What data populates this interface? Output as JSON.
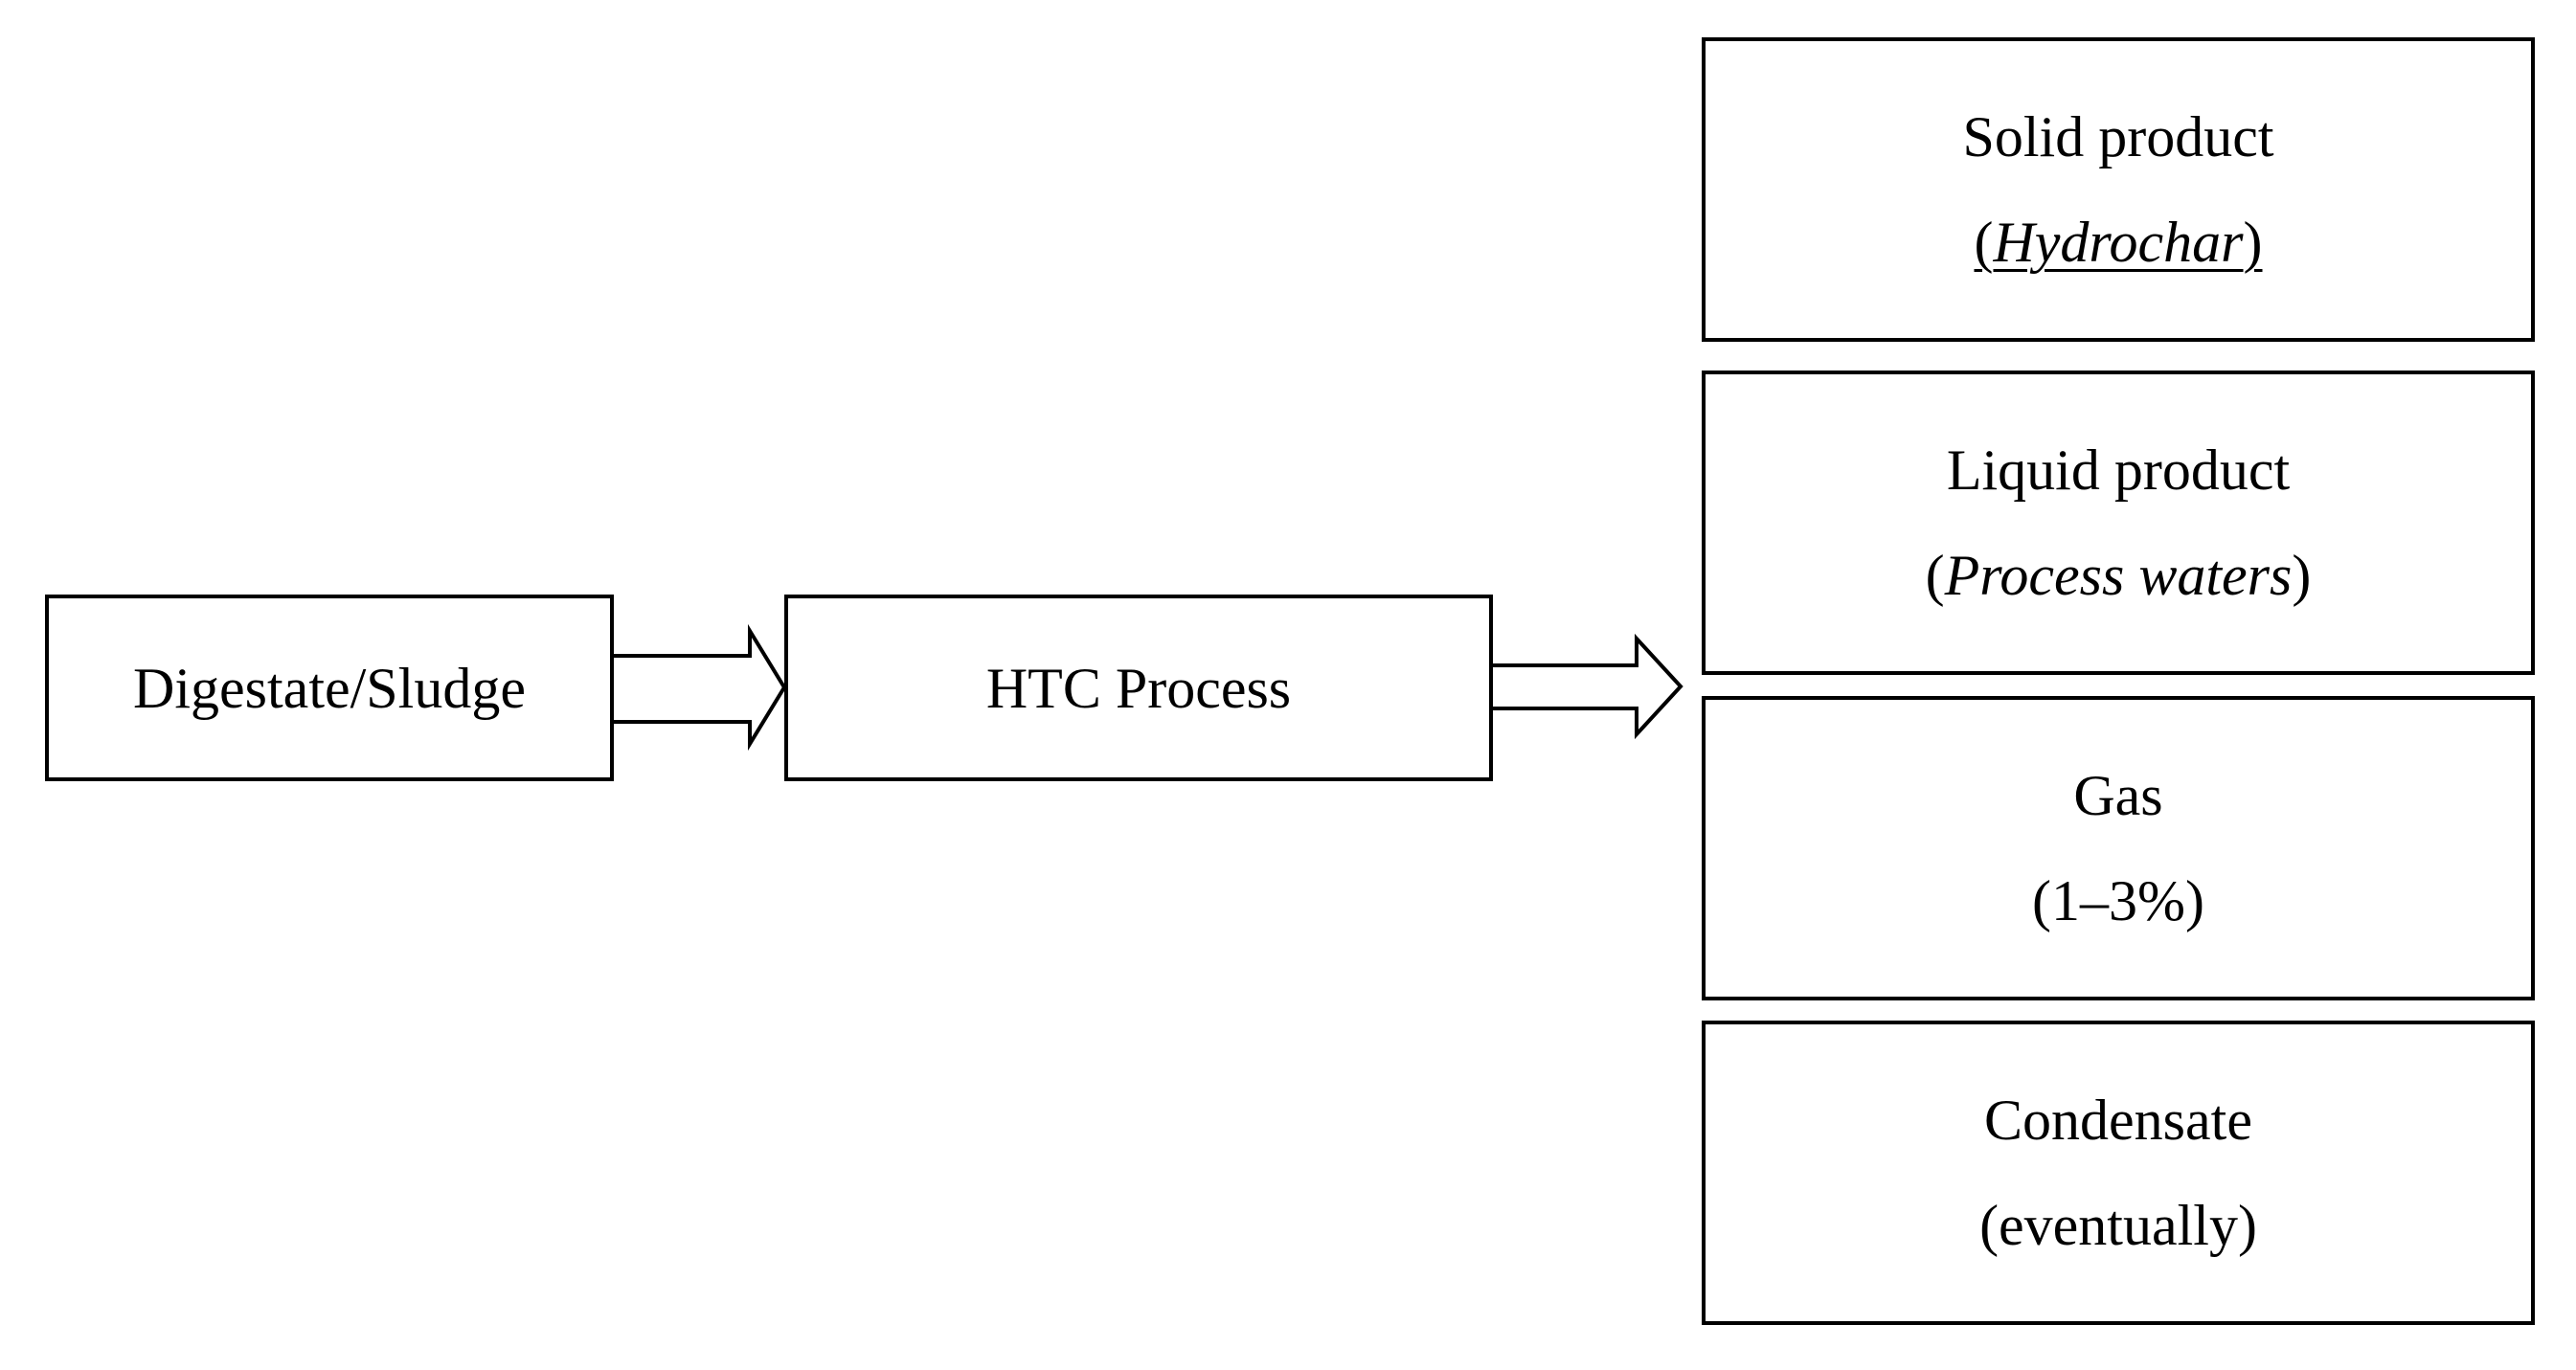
{
  "nodes": {
    "input": {
      "label": "Digestate/Sludge"
    },
    "process": {
      "label": "HTC Process"
    },
    "solid": {
      "title": "Solid product",
      "open": "(",
      "detail": "Hydrochar",
      "close": ")"
    },
    "liquid": {
      "title": "Liquid product",
      "open": "(",
      "detail": "Process waters",
      "close": ")"
    },
    "gas": {
      "title": "Gas",
      "detail": "(1–3%)"
    },
    "condensate": {
      "title": "Condensate",
      "detail": "(eventually)"
    }
  },
  "edges": [
    {
      "from": "input",
      "to": "process",
      "style": "hollow-double-arrow"
    },
    {
      "from": "process",
      "to": "outputs",
      "style": "hollow-double-arrow"
    }
  ],
  "colors": {
    "stroke": "#000000",
    "fill": "#ffffff"
  }
}
